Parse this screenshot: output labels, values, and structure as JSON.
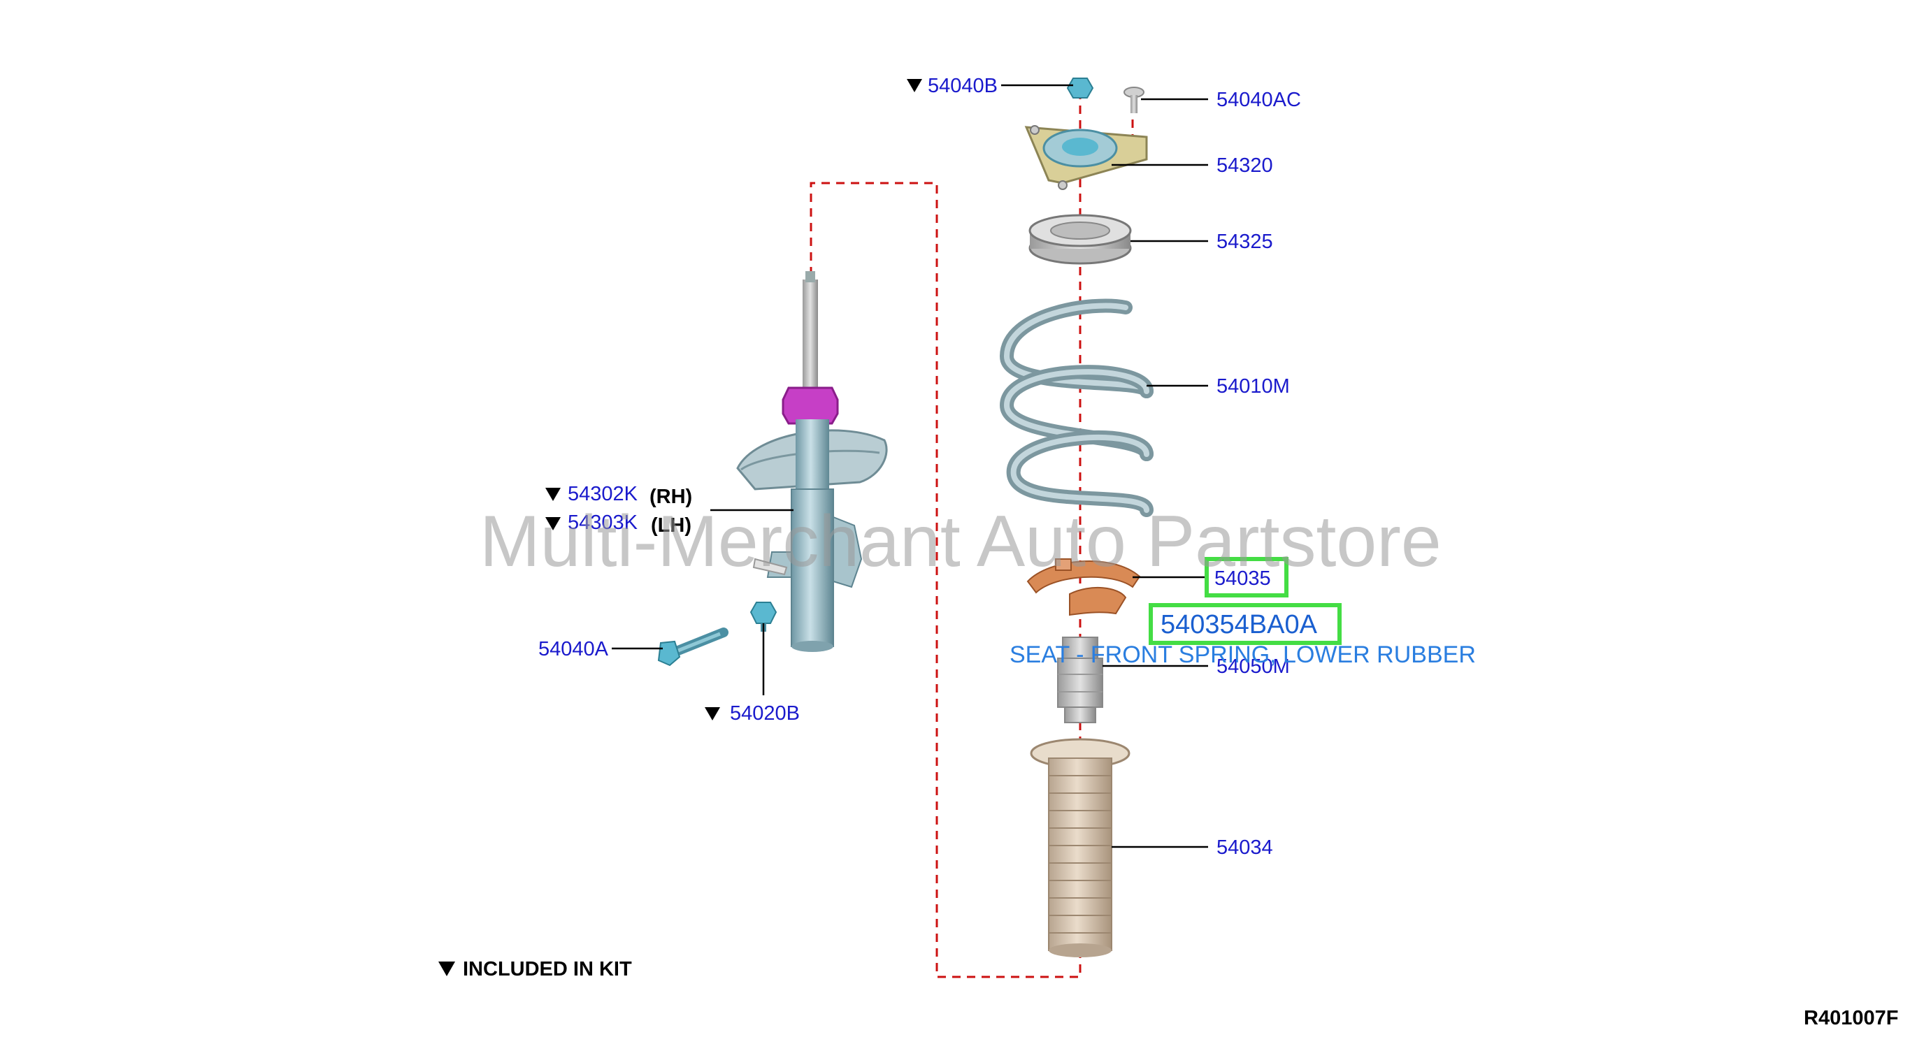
{
  "labels": {
    "p54040B": "54040B",
    "p54040AC": "54040AC",
    "p54320": "54320",
    "p54325": "54325",
    "p54010M": "54010M",
    "p54302K": "54302K",
    "rh": "(RH)",
    "p54303K": "54303K",
    "lh": "(LH)",
    "p54035": "54035",
    "p54050M": "54050M",
    "p54040A": "54040A",
    "p54020B": "54020B",
    "p54034": "54034"
  },
  "highlight": {
    "part_number": "540354BA0A",
    "description": "SEAT - FRONT SPRING, LOWER RUBBER"
  },
  "legend": {
    "kit": "INCLUDED IN KIT"
  },
  "watermark": "Multi-Merchant Auto Partstore",
  "diagram_code": "R401007F",
  "colors": {
    "label_blue": "#1a1acc",
    "highlight_green": "#44dd44",
    "dashed_red": "#cc1111",
    "strut_blue": "#9fc3cf",
    "nut_magenta": "#cc33cc",
    "seat_orange": "#d98a55",
    "boot_tan": "#d8c7b2"
  }
}
